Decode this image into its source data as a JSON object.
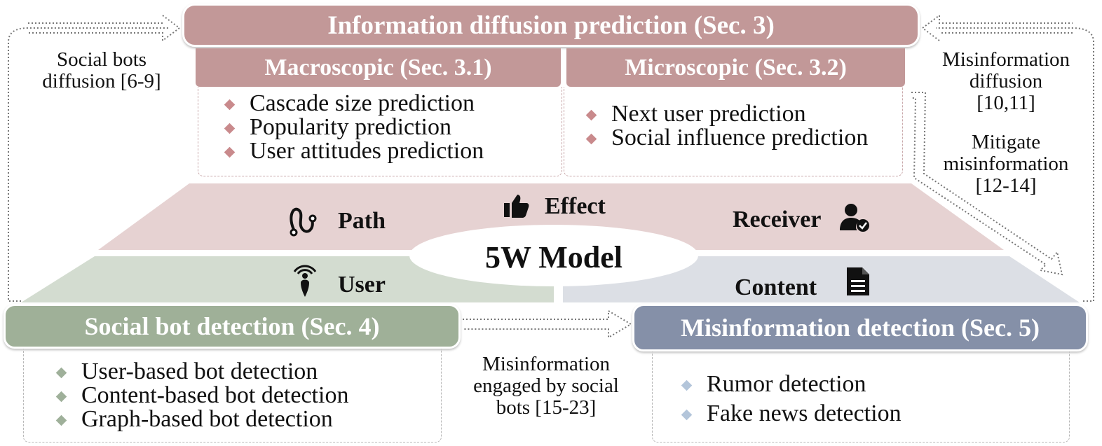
{
  "top": {
    "title": "Information diffusion prediction (Sec. 3)",
    "macro": {
      "title": "Macroscopic (Sec. 3.1)",
      "items": [
        "Cascade size prediction",
        "Popularity prediction",
        "User attitudes prediction"
      ]
    },
    "micro": {
      "title": "Microscopic (Sec. 3.2)",
      "items": [
        "Next user prediction",
        "Social influence prediction"
      ]
    }
  },
  "center": {
    "model_label": "5W Model",
    "path": "Path",
    "effect": "Effect",
    "receiver": "Receiver",
    "user": "User",
    "content": "Content"
  },
  "bot": {
    "title": "Social bot detection (Sec. 4)",
    "items": [
      "User-based bot detection",
      "Content-based bot detection",
      "Graph-based bot detection"
    ]
  },
  "misinfo": {
    "title": "Misinformation detection (Sec. 5)",
    "items": [
      "Rumor detection",
      "Fake news detection"
    ]
  },
  "links": {
    "left": [
      "Social bots",
      "diffusion [6-9]"
    ],
    "right_top": [
      "Misinformation",
      "diffusion",
      "[10,11]"
    ],
    "right_bottom": [
      "Mitigate",
      "misinformation",
      "[12-14]"
    ],
    "middle": [
      "Misinformation",
      "engaged by social",
      "bots [15-23]"
    ]
  },
  "colors": {
    "rose": "#c29898",
    "rose_light": "#e6d2d2",
    "sage": "#9fb098",
    "sage_light": "#d3dcd0",
    "slate": "#8590a8",
    "slate_light": "#dcdfe5",
    "diamond_rose": "#c98a8c",
    "diamond_sage": "#9fb09a",
    "diamond_blue": "#b3c5da"
  }
}
